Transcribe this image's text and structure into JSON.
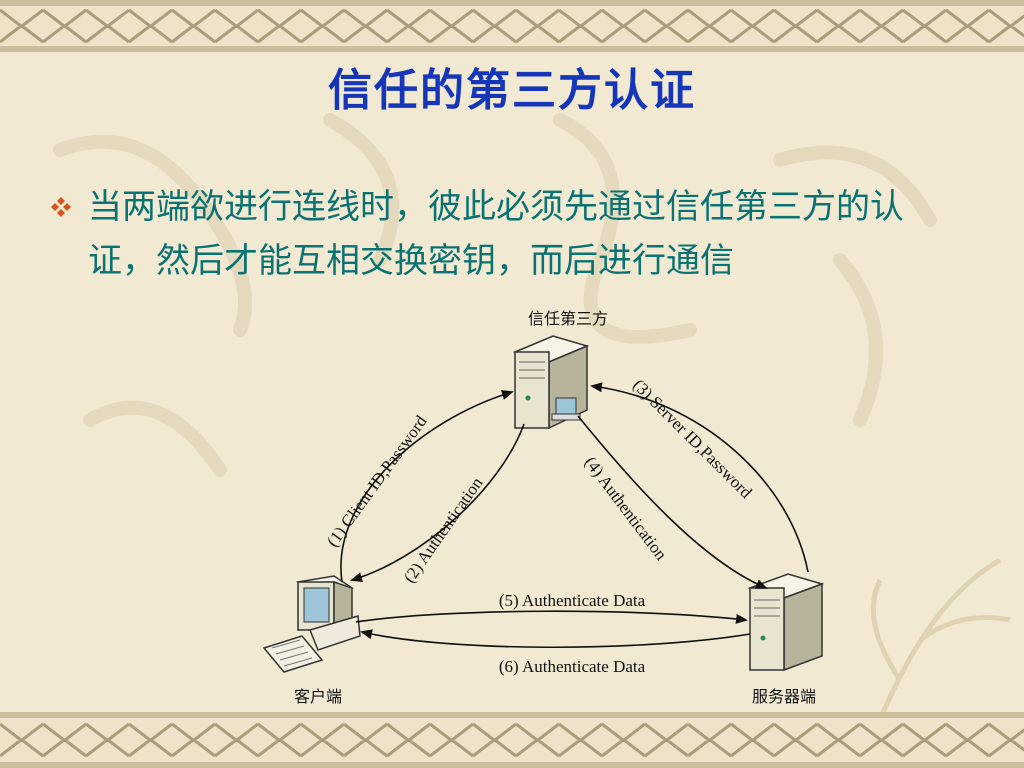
{
  "slide": {
    "title": "信任的第三方认证",
    "bullet": "当两端欲进行连线时，彼此必须先通过信任第三方的认证，然后才能互相交换密钥，而后进行通信"
  },
  "diagram": {
    "node_trusted_third_party": "信任第三方",
    "node_client": "客户端",
    "node_server": "服务器端",
    "edge_1": "(1) Client ID,Password",
    "edge_2": "(2) Authentication",
    "edge_3": "(3) Server ID,Password",
    "edge_4": "(4) Authentication",
    "edge_5": "(5) Authenticate Data",
    "edge_6": "(6) Authenticate Data"
  },
  "colors": {
    "title": "#1536b8",
    "text": "#0a7272",
    "bullet": "#d9531e",
    "background": "#f1e9d2"
  }
}
